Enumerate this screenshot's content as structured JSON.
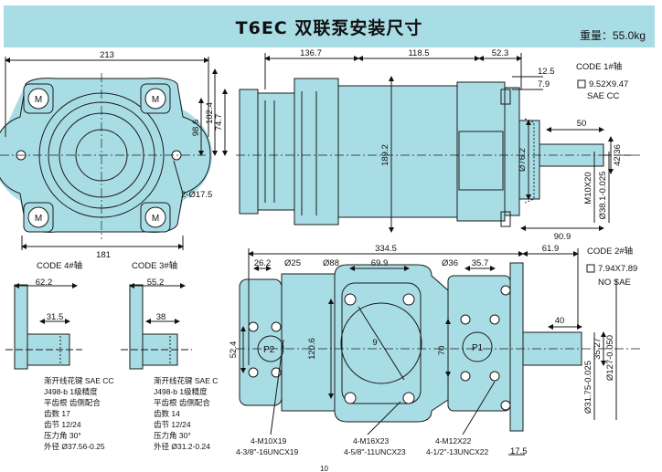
{
  "header": {
    "title": "T6EC 双联泵安装尺寸",
    "weight": "重量：55.0kg"
  },
  "colors": {
    "body": "#a9dde6",
    "line": "#1a1a1a",
    "banner": "#a9dde6"
  },
  "front": {
    "w213": "213",
    "h98": "98.6",
    "h102": "102.4",
    "hole": "2-Ø17.5",
    "w181": "181",
    "m": "M"
  },
  "side": {
    "d1367": "136.7",
    "d1185": "118.5",
    "d523": "52.3",
    "d125": "12.5",
    "d79": "7.9",
    "d747": "74.7",
    "d1892": "189.2",
    "d762": "Ø76.2",
    "d909": "90.9",
    "d50": "50",
    "d4236": "42.36",
    "d1": "M10X20",
    "d2": "Ø38.1-0.025"
  },
  "code1": {
    "title": "CODE 1#轴",
    "key": "9.52X9.47",
    "std": "SAE CC"
  },
  "code2": {
    "title": "CODE 2#轴",
    "key": "7.94X7.89",
    "std": "NO SAE"
  },
  "code4": {
    "title": "CODE 4#轴",
    "d622": "62.2",
    "d315": "31.5",
    "notes": [
      "渐开线花键 SAE CC",
      "J498-b  1级精度",
      "平齿根 齿侧配合",
      "齿数  17",
      "齿节  12/24",
      "压力角 30°",
      "外径  Ø37.56-0.25"
    ]
  },
  "code3": {
    "title": "CODE 3#轴",
    "d552": "55.2",
    "d38": "38",
    "notes": [
      "渐开线花键 SAE C",
      "J498-b  1级精度",
      "平齿根 齿侧配合",
      "齿数  14",
      "齿节  12/24",
      "压力角 30°",
      "外径  Ø31.2-0.24"
    ]
  },
  "top": {
    "d3345": "334.5",
    "d619": "61.9",
    "d262": "26.2",
    "d25": "Ø25",
    "d88": "Ø88",
    "d699": "69.9",
    "d36": "Ø36",
    "d357": "35.7",
    "d524": "52.4",
    "d1206": "120.6",
    "d70": "70",
    "d9": "9",
    "p2": "P2",
    "p1": "P1",
    "d40": "40",
    "d3527": "35.27",
    "d3175": "Ø31.75-0.025",
    "d127": "Ø127-0.050",
    "d175": "17.5",
    "t1a": "4-M10X19",
    "t1b": "4-3/8\"-16UNCX19",
    "t2a": "4-M16X23",
    "t2b": "4-5/8\"-11UNCX23",
    "t3a": "4-M12X22",
    "t3b": "4-1/2\"-13UNCX22",
    "page": "10"
  }
}
